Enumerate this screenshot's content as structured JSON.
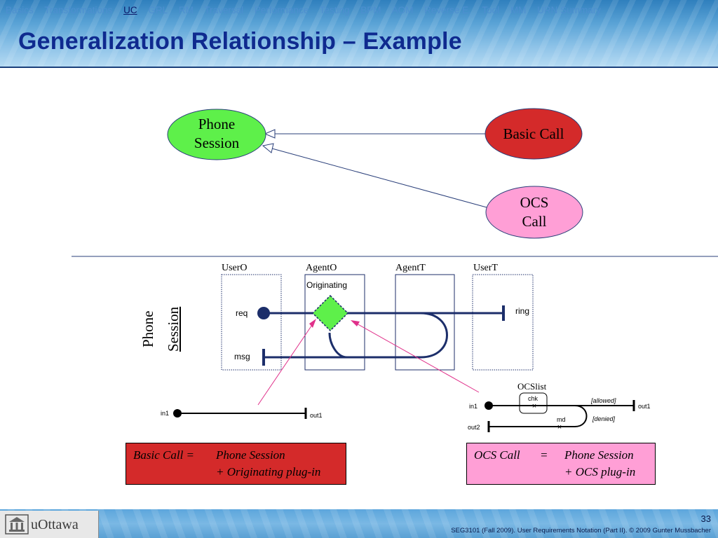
{
  "nav": {
    "items": [
      "Basics",
      "Transformations",
      "UC",
      "GRL",
      "RM",
      "Traversal",
      "Performance",
      "Testing",
      "BPM",
      "AOM",
      "Reverse E.",
      "Tool",
      "MM",
      "URN Summary"
    ],
    "active_index": 2
  },
  "slide_title": "Generalization Relationship – Example",
  "top_diagram": {
    "phone_session": {
      "line1": "Phone",
      "line2": "Session",
      "color": "#5ef04a"
    },
    "basic_call": {
      "label": "Basic Call",
      "color": "#d42a2a"
    },
    "ocs_call": {
      "line1": "OCS",
      "line2": "Call",
      "color": "#ff9fd6"
    }
  },
  "map": {
    "vertical_label": {
      "line1": "Phone",
      "line2": "Session"
    },
    "lanes": [
      "UserO",
      "AgentO",
      "AgentT",
      "UserT"
    ],
    "stub_label": "Originating",
    "req": "req",
    "ring": "ring",
    "msg": "msg"
  },
  "plugin_left": {
    "in": "in1",
    "out": "out1"
  },
  "plugin_right": {
    "title": "OCSlist",
    "chk": "chk",
    "md": "md",
    "allowed": "[allowed]",
    "denied": "[denied]",
    "in": "in1",
    "out1": "out1",
    "out2": "out2"
  },
  "eq_left": {
    "lhs": "Basic Call =",
    "rhs1": "Phone Session",
    "rhs2": "+ Originating plug-in",
    "color": "#d42a2a"
  },
  "eq_right": {
    "lhs": "OCS Call",
    "op": "=",
    "rhs1": "Phone Session",
    "rhs2": "+ OCS plug-in",
    "color": "#ff9fd6"
  },
  "footer": {
    "logo": "uOttawa",
    "page_number": "33",
    "text": "SEG3101 (Fall 2009).   User Requirements Notation (Part II).   © 2009 Gunter Mussbacher"
  }
}
